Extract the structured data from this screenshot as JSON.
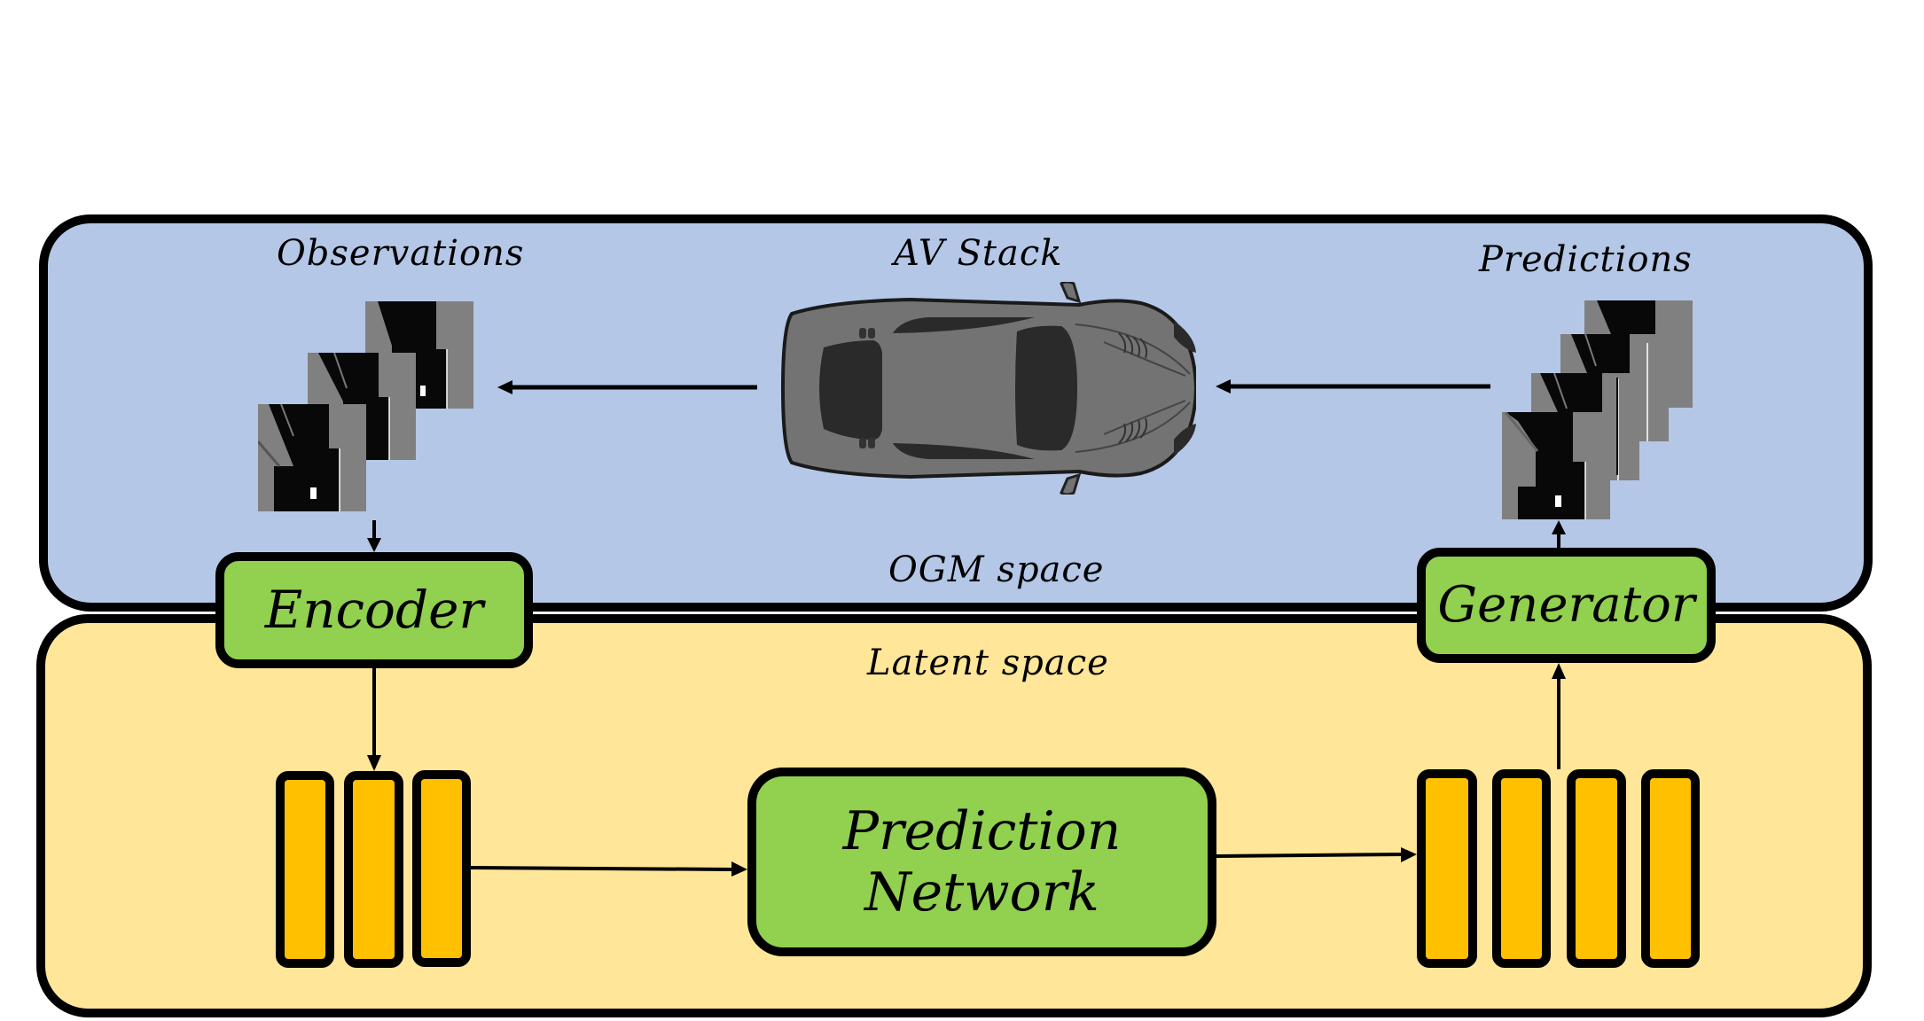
{
  "diagram": {
    "regions": {
      "ogm": {
        "label": "OGM space",
        "color": "#B4C7E7"
      },
      "latent": {
        "label": "Latent space",
        "color": "#FFE699"
      }
    },
    "labels": {
      "observations": "Observations",
      "av_stack": "AV Stack",
      "predictions": "Predictions"
    },
    "blocks": {
      "encoder": "Encoder",
      "generator": "Generator",
      "prediction_network_line1": "Prediction",
      "prediction_network_line2": "Network"
    },
    "colors": {
      "block_fill": "#92D050",
      "latent_vector_fill": "#FFC000",
      "stroke": "#000000",
      "car_body": "#737373"
    },
    "observation_frames": 3,
    "input_latent_vectors": 3,
    "prediction_frames": 4,
    "output_latent_vectors": 4,
    "icons": [
      "car-top-view-icon",
      "occupancy-grid-map-frame"
    ],
    "flow": [
      "AV Stack -> Observations",
      "Observations -> Encoder",
      "Encoder -> input latent vectors",
      "input latent vectors -> Prediction Network",
      "Prediction Network -> output latent vectors",
      "output latent vectors -> Generator",
      "Generator -> Predictions",
      "Predictions -> AV Stack"
    ]
  }
}
